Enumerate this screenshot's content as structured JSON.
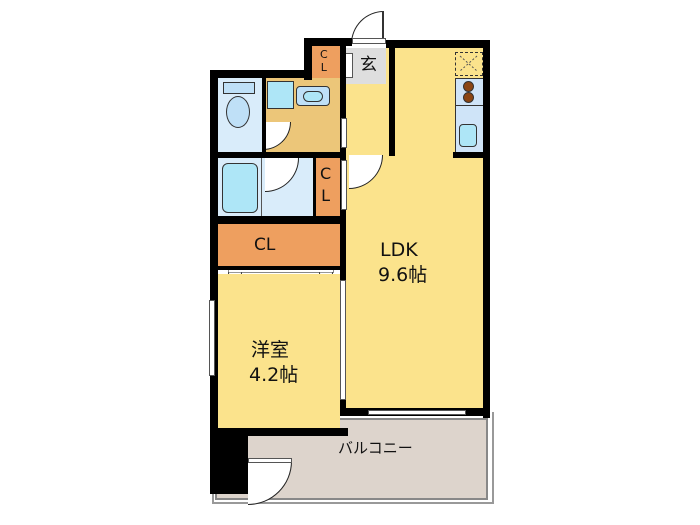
{
  "floorplan": {
    "rooms": {
      "entrance": {
        "label": "玄"
      },
      "cl_entrance": {
        "label_c": "C",
        "label_l": "L"
      },
      "cl_hall": {
        "label_c": "C",
        "label_l": "L"
      },
      "cl_bedroom": {
        "label": "CL"
      },
      "ldk": {
        "name": "LDK",
        "size": "9.6帖"
      },
      "western_room": {
        "name": "洋室",
        "size": "4.2帖"
      },
      "balcony": {
        "label": "バルコニー"
      }
    },
    "fixtures": [
      "toilet",
      "washbasin",
      "washing-machine-space",
      "bathtub",
      "kitchen-sink",
      "stove",
      "refrigerator-space"
    ]
  },
  "colors": {
    "room": "#fbe38c",
    "closet": "#ee9f5f",
    "washroom": "#ecc679",
    "wet_area": "#d9ecfa",
    "fixture": "#aee6f7",
    "balcony": "#ddd4cc",
    "entrance": "#dedede",
    "wall": "#000000"
  }
}
